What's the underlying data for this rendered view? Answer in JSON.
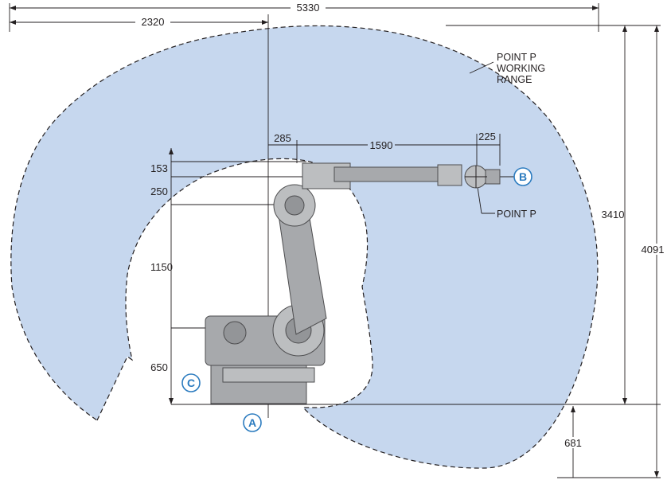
{
  "dimensions": {
    "total_width": "5330",
    "reach_back": "2320",
    "offset_285": "285",
    "arm_1590": "1590",
    "wrist_225": "225",
    "height_153": "153",
    "height_250": "250",
    "height_1150": "1150",
    "height_650": "650",
    "height_3410": "3410",
    "height_4091": "4091",
    "depth_681": "681"
  },
  "labels": {
    "working_range_line1": "POINT P",
    "working_range_line2": "WORKING",
    "working_range_line3": "RANGE",
    "point_p": "POINT P"
  },
  "markers": {
    "a": "A",
    "b": "B",
    "c": "C"
  },
  "colors": {
    "working_range_fill": "#c6d7ee",
    "marker_blue": "#2b7bbf",
    "robot_gray": "#a7a9ac",
    "line": "#231f20"
  }
}
